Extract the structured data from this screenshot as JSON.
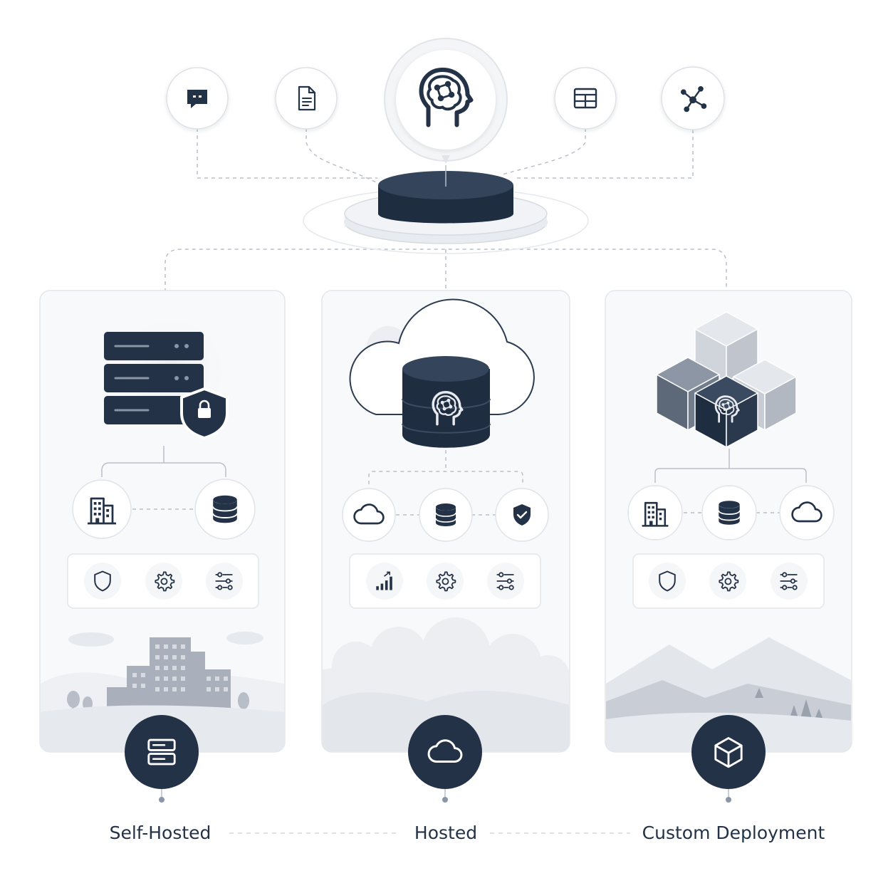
{
  "colors": {
    "navy": "#243247",
    "slate": "#5b6678",
    "panel": "#f7f8fa",
    "panel_border": "#e3e6ea",
    "line": "#b9bfc9"
  },
  "diagram": {
    "center": {
      "icon": "brain-network-icon"
    },
    "sources": [
      {
        "icon": "chat-bubble-icon"
      },
      {
        "icon": "document-icon"
      },
      {
        "icon": "table-icon"
      },
      {
        "icon": "network-graph-icon"
      }
    ],
    "columns": [
      {
        "label": "Self-Hosted",
        "hero_icon": "server-rack-shield-icon",
        "nodes": [
          "building-icon",
          "database-icon"
        ],
        "tools": [
          "shield-icon",
          "gear-icon",
          "sliders-icon"
        ],
        "badge_icon": "server-icon",
        "scene": "city-skyline"
      },
      {
        "label": "Hosted",
        "hero_icon": "cloud-database-icon",
        "nodes": [
          "cloud-icon",
          "database-icon",
          "shield-check-icon"
        ],
        "tools": [
          "bar-chart-icon",
          "gear-icon",
          "sliders-icon"
        ],
        "badge_icon": "cloud-icon",
        "scene": "clouds"
      },
      {
        "label": "Custom Deployment",
        "hero_icon": "cubes-icon",
        "nodes": [
          "building-icon",
          "database-icon",
          "cloud-icon"
        ],
        "tools": [
          "shield-icon",
          "gear-icon",
          "sliders-icon"
        ],
        "badge_icon": "cube-icon",
        "scene": "mountains"
      }
    ]
  }
}
